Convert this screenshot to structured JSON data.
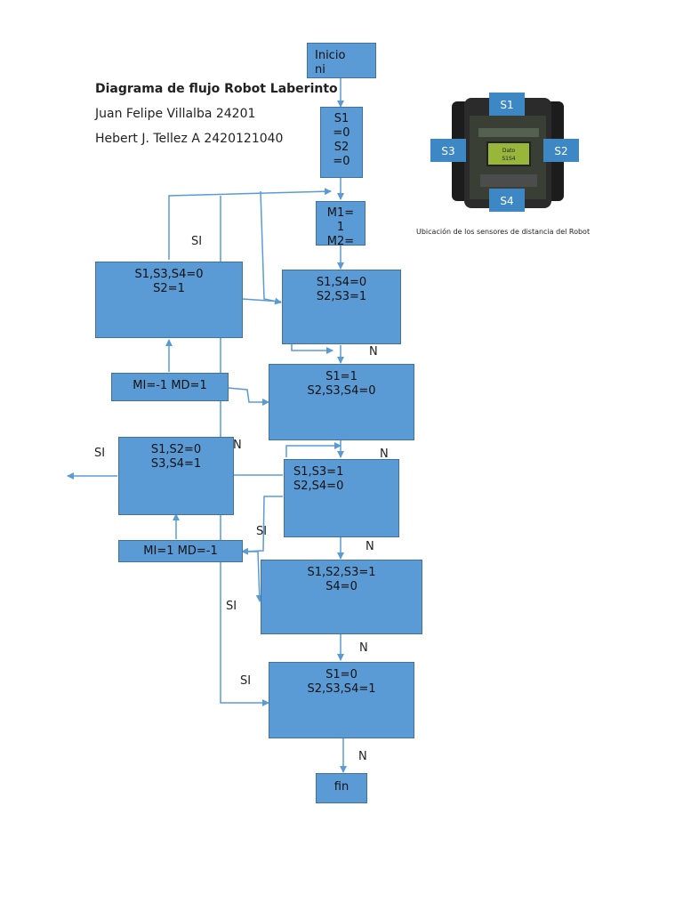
{
  "header": {
    "title": "Diagrama de flujo Robot Laberinto",
    "author1": "Juan Felipe Villalba 24201",
    "author2": "Hebert J. Tellez A 2420121040"
  },
  "nodes": {
    "start": [
      "Inicio",
      "ni"
    ],
    "init_s": [
      "S1",
      "=0",
      "S2",
      "=0"
    ],
    "init_m": [
      "M1=",
      "1",
      "M2="
    ],
    "d_s134_0": [
      "S1,S3,S4=0",
      "S2=1"
    ],
    "d_s14_0": [
      "S1,S4=0",
      "S2,S3=1"
    ],
    "act_mi_m1": [
      "MI=-1 MD=1"
    ],
    "d_s1_1": [
      "S1=1",
      "S2,S3,S4=0"
    ],
    "d_s12_0": [
      "S1,S2=0",
      "S3,S4=1"
    ],
    "d_s13_1": [
      "S1,S3=1",
      "S2,S4=0"
    ],
    "act_mi_1": [
      "MI=1 MD=-1"
    ],
    "d_s123_1": [
      "S1,S2,S3=1",
      "S4=0"
    ],
    "d_s1_0": [
      "S1=0",
      "S2,S3,S4=1"
    ],
    "end": [
      "fin"
    ]
  },
  "edge_labels": {
    "si_1": "SI",
    "n_1": "N",
    "n_2": "N",
    "si_2": "SI",
    "n_3": "N",
    "si_3": "SI",
    "n_4": "N",
    "si_4": "SI",
    "n_5": "N",
    "si_5": "SI",
    "n_6": "N"
  },
  "robot_figure": {
    "sensors": [
      "S1",
      "S2",
      "S3",
      "S4"
    ],
    "screen_text": [
      "Dato",
      "S1S4"
    ],
    "caption": "Ubicación de los sensores de distancia del Robot"
  },
  "colors": {
    "box_fill": "#5b9bd5",
    "box_border": "#41719c",
    "wire": "#5b9bd5",
    "sensor_tag": "#3d87c4"
  }
}
